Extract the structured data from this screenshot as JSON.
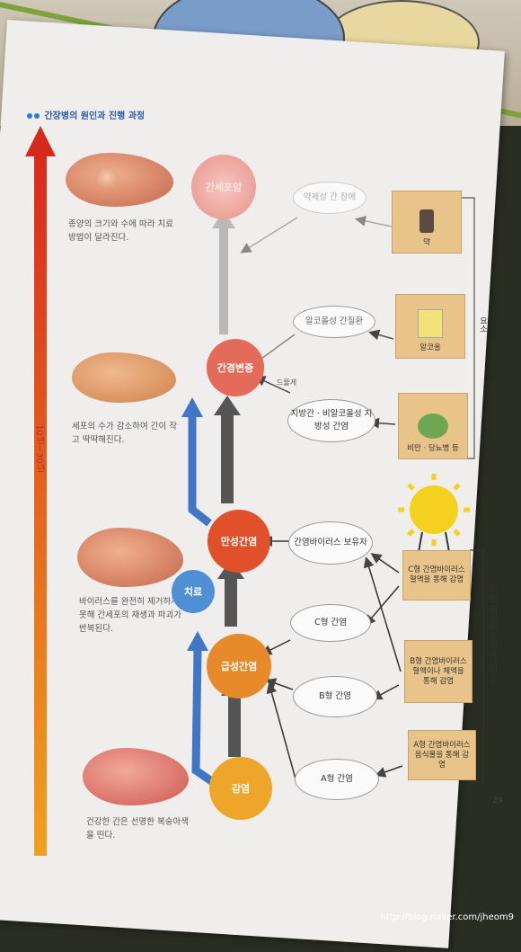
{
  "title": "간장병의 원인과 진행 과정",
  "timeline": {
    "label": "10년~30년"
  },
  "livers": [
    {
      "note": "종양의 크기와 수에 따라 치료 방법이 달라진다."
    },
    {
      "note": "세포의 수가 감소하여 간이 작고 딱딱해진다."
    },
    {
      "note": "바이러스를 완전히 제거하지 못해 간세포의 재생과 파괴가 반복된다."
    },
    {
      "note": "건강한 간은 선명한 복숭아색을 띤다."
    }
  ],
  "stages": {
    "cancer": "간세포암",
    "cirrhosis": "간경변증",
    "chronic": "만성간염",
    "acute": "급성간염",
    "infection": "감염",
    "treatment": "치료"
  },
  "ovals": {
    "drug": "약제성 간 장애",
    "alcohol": "알코올성 간질환",
    "fatty": "지방간 · 비알코올성 지방성 간염",
    "carrier": "간염바이러스 보유자",
    "hepc": "C형 간염",
    "hepb": "B형 간염",
    "hepa": "A형 간염"
  },
  "boxes": {
    "drug": "약",
    "alcohol": "알코올",
    "obesity": "비만 · 당뇨병 등",
    "virus_c": "C형 간염바이러스 혈액을 통해 감염",
    "virus_b": "B형 간염바이러스 혈액이나 체액을 통해 감염",
    "virus_a": "A형 간염바이러스 음식물을 통해 감염"
  },
  "labels": {
    "sometimes": "드물게",
    "lifestyle": "요소",
    "virus_side": "어떤 원인의 감염 바이러스"
  },
  "page_number": "29",
  "watermark": "http://blog.naver.com/jheom9",
  "colors": {
    "timeline": "#d8301c",
    "blue_arrow": "#3f76c6",
    "gray_arrow": "#555555",
    "cancer": "#f0a7a0",
    "cirrhosis": "#e46a5a",
    "chronic": "#e0502a",
    "acute": "#e98a2a",
    "infection": "#eda52a",
    "treatment": "#4f8fd4"
  }
}
